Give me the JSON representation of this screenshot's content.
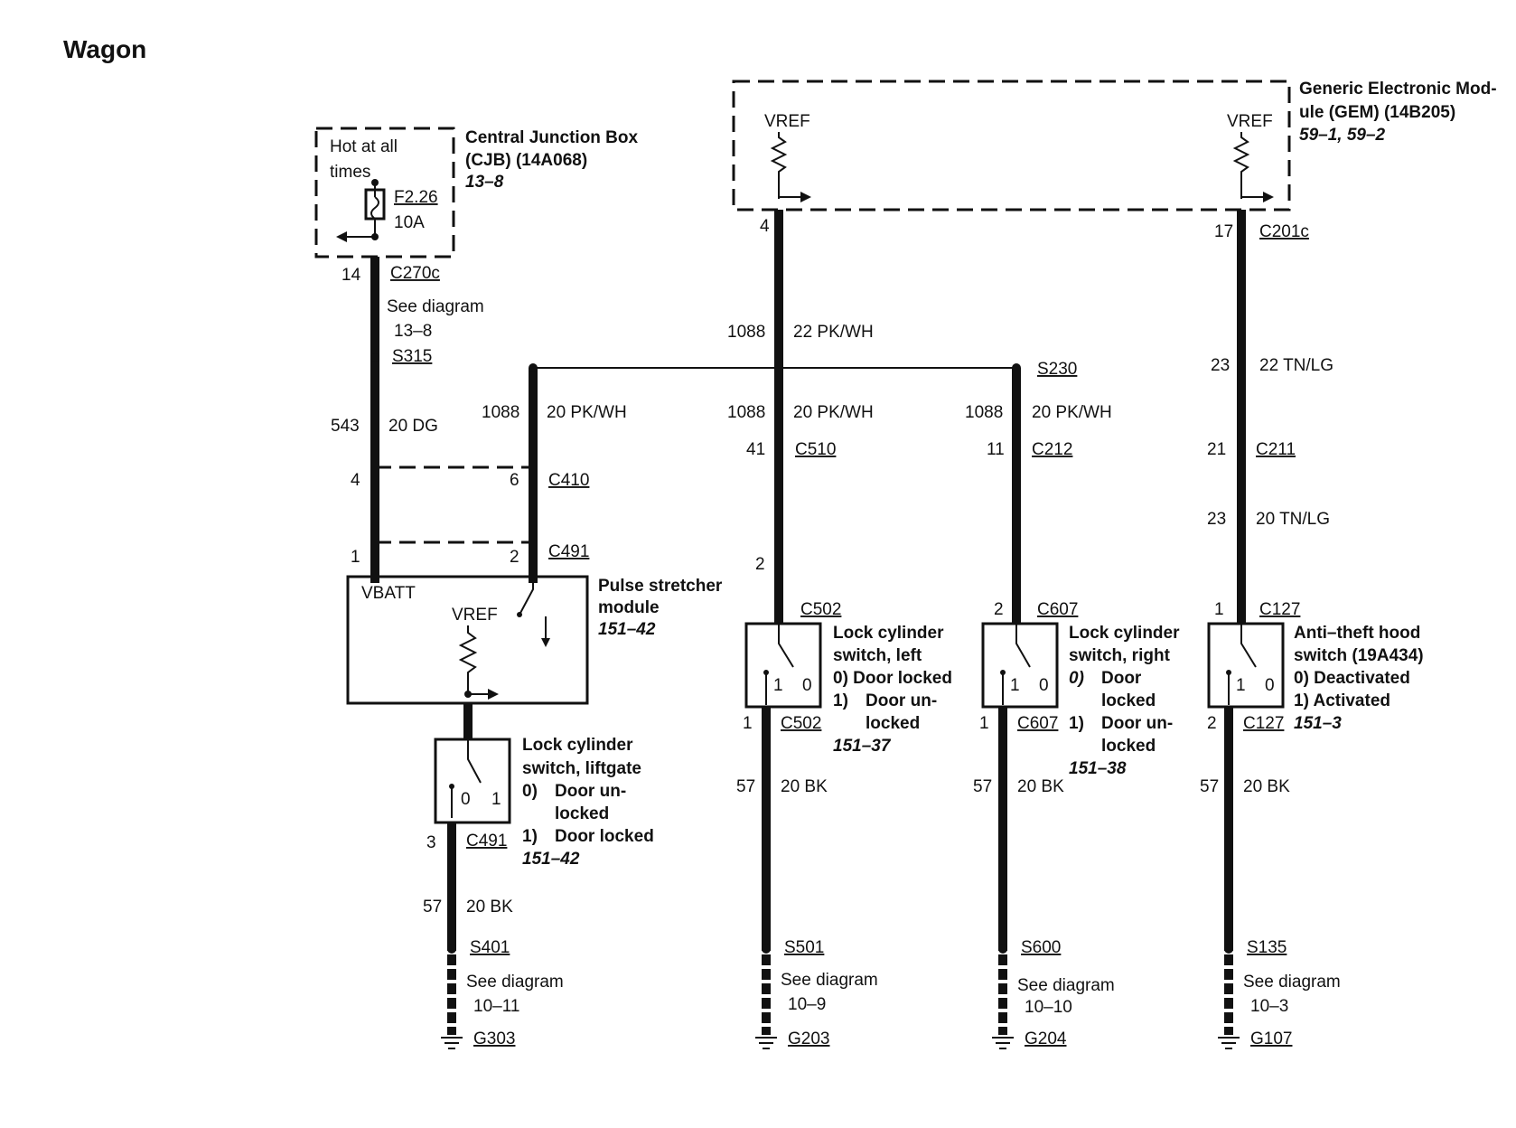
{
  "title": "Wagon",
  "cjb": {
    "hot_label_1": "Hot at all",
    "hot_label_2": "times",
    "fuse": "F2.26",
    "fuse_rating": "10A",
    "name_1": "Central Junction Box",
    "name_2": "(CJB) (14A068)",
    "ref": "13–8"
  },
  "gem": {
    "name_1": "Generic Electronic Mod-",
    "name_2": "ule (GEM) (14B205)",
    "ref": "59–1, 59–2",
    "vref": "VREF"
  },
  "pulse": {
    "name_1": "Pulse stretcher",
    "name_2": "module",
    "ref": "151–42",
    "vbatt": "VBATT",
    "vref": "VREF"
  },
  "liftgate": {
    "name_1": "Lock cylinder",
    "name_2": "switch, liftgate",
    "s0_num": "0)",
    "s0_a": "Door un-",
    "s0_b": "locked",
    "s1_num": "1)",
    "s1_a": "Door locked",
    "ref": "151–42",
    "pos0": "0",
    "pos1": "1"
  },
  "left_sw": {
    "name_1": "Lock cylinder",
    "name_2": "switch, left",
    "s0": "0)  Door locked",
    "s1_num": "1)",
    "s1_a": "Door un-",
    "s1_b": "locked",
    "ref": "151–37",
    "pos1": "1",
    "pos0": "0"
  },
  "right_sw": {
    "name_1": "Lock cylinder",
    "name_2": "switch, right",
    "s0_num": "0)",
    "s0_a": "Door",
    "s0_b": "locked",
    "s1_num": "1)",
    "s1_a": "Door un-",
    "s1_b": "locked",
    "ref": "151–38",
    "pos1": "1",
    "pos0": "0"
  },
  "hood_sw": {
    "name_1": "Anti–theft hood",
    "name_2": "switch (19A434)",
    "s0": "0)  Deactivated",
    "s1": "1)  Activated",
    "ref": "151–3",
    "pos1": "1",
    "pos0": "0"
  },
  "labels": {
    "c270c_pin": "14",
    "c270c": "C270c",
    "see1": "See diagram",
    "see1_ref": "13–8",
    "s315": "S315",
    "w543": "543",
    "w543_spec": "20 DG",
    "c410_pin_a": "4",
    "c410_pin_b": "6",
    "c410": "C410",
    "c491_pin_a": "1",
    "c491_pin_b": "2",
    "c491": "C491",
    "w1088_a": "1088",
    "w1088_a_spec": "20 PK/WH",
    "c491b_pin": "3",
    "c491b": "C491",
    "w57_a": "57",
    "w57_a_spec": "20 BK",
    "s401": "S401",
    "see_s401": "See diagram",
    "see_s401_ref": "10–11",
    "g303": "G303",
    "gem_pin_4": "4",
    "w1088_top": "1088",
    "w1088_top_spec": "22 PK/WH",
    "w1088_b": "1088",
    "w1088_b_spec": "20 PK/WH",
    "c510_pin": "41",
    "c510": "C510",
    "pin2_mid": "2",
    "c502": "C502",
    "c502b_pin": "1",
    "c502b": "C502",
    "w57_b": "57",
    "w57_b_spec": "20 BK",
    "s501": "S501",
    "see_s501": "See diagram",
    "see_s501_ref": "10–9",
    "g203": "G203",
    "s230": "S230",
    "w1088_c": "1088",
    "w1088_c_spec": "20 PK/WH",
    "c212_pin": "11",
    "c212": "C212",
    "c607_pin": "2",
    "c607": "C607",
    "c607b_pin": "1",
    "c607b": "C607",
    "w57_c": "57",
    "w57_c_spec": "20 BK",
    "s600": "S600",
    "see_s600": "See diagram",
    "see_s600_ref": "10–10",
    "g204": "G204",
    "c201c_pin": "17",
    "c201c": "C201c",
    "w23_a": "23",
    "w23_a_spec": "22 TN/LG",
    "c211_pin": "21",
    "c211": "C211",
    "w23_b": "23",
    "w23_b_spec": "20 TN/LG",
    "c127_pin": "1",
    "c127": "C127",
    "c127b_pin": "2",
    "c127b": "C127",
    "w57_d": "57",
    "w57_d_spec": "20 BK",
    "s135": "S135",
    "see_s135": "See diagram",
    "see_s135_ref": "10–3",
    "g107": "G107"
  }
}
